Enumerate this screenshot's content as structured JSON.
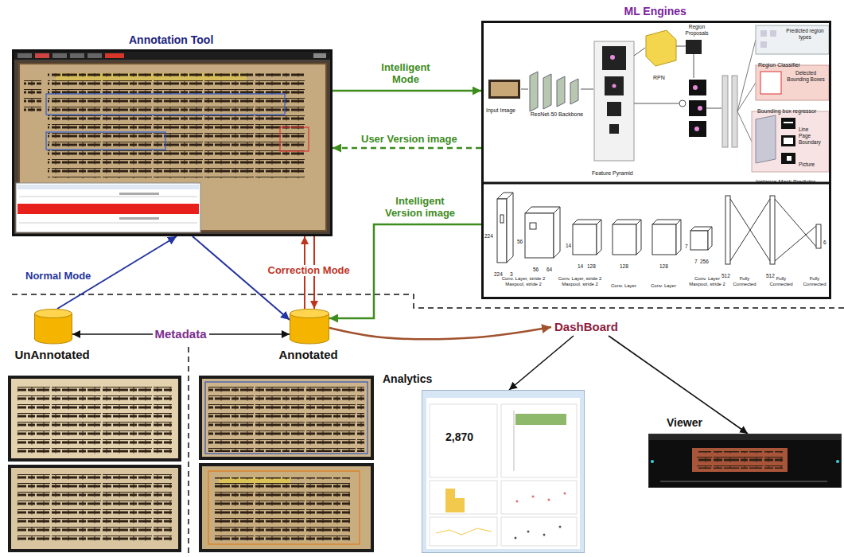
{
  "diagram": {
    "nodes": [
      {
        "text": [
          "Annotation Tool"
        ]
      },
      {
        "text": [
          "ML Engines"
        ]
      },
      {
        "text": [
          "UnAnnotated"
        ]
      },
      {
        "text": [
          "Annotated"
        ]
      },
      {
        "text": [
          "DashBoard"
        ]
      },
      {
        "text": [
          "Analytics"
        ]
      },
      {
        "text": [
          "Viewer"
        ]
      }
    ],
    "edges": [
      {
        "from": 0,
        "to": 1,
        "label": "Intelligent Mode",
        "arrow": "to"
      },
      {
        "from": 1,
        "to": 0,
        "label": "User Version image",
        "arrow": "to"
      },
      {
        "from": 1,
        "to": 3,
        "label": "Intelligent Version image",
        "arrow": "to"
      },
      {
        "from": 2,
        "to": 0,
        "label": "Normal Mode",
        "arrow": "to"
      },
      {
        "from": 0,
        "to": 3,
        "arrow": "to"
      },
      {
        "from": 3,
        "to": 0,
        "label": "Correction Mode",
        "arrow": "to"
      },
      {
        "from": 0,
        "to": 3,
        "arrow": "to"
      },
      {
        "from": 2,
        "to": 3,
        "label": "Metadata",
        "arrow": "both"
      },
      {
        "from": 3,
        "to": 4,
        "arrow": "to"
      },
      {
        "from": 4,
        "to": 5,
        "arrow": "to"
      },
      {
        "from": 4,
        "to": 6,
        "arrow": "to"
      }
    ],
    "labels": [
      "Input Image",
      "ResNet-50 Backbone",
      "Feature Pyramid",
      "RPN",
      "Region Proposals",
      "Region Classifier",
      "Predicted region types",
      "Bounding box regressor",
      "Detected Bounding Boxes",
      "Line",
      "Page Boundary",
      "Picture",
      "Instance Mask Predictor",
      "224",
      "224",
      "3",
      "56",
      "56",
      "64",
      "14",
      "14",
      "128",
      "128",
      "128",
      "256",
      "7",
      "7",
      "512",
      "512",
      "6",
      "Conv. Layer, stride 2 Maxpool, stride 2",
      "Conv. Layer, stride 2 Maxpool, stride 2",
      "Conv. Layer",
      "Conv. Layer",
      "Conv. Layer Maxpool, stride 2",
      "Fully Connected",
      "Fully Connected",
      "Fully Connected",
      "2,870"
    ]
  }
}
